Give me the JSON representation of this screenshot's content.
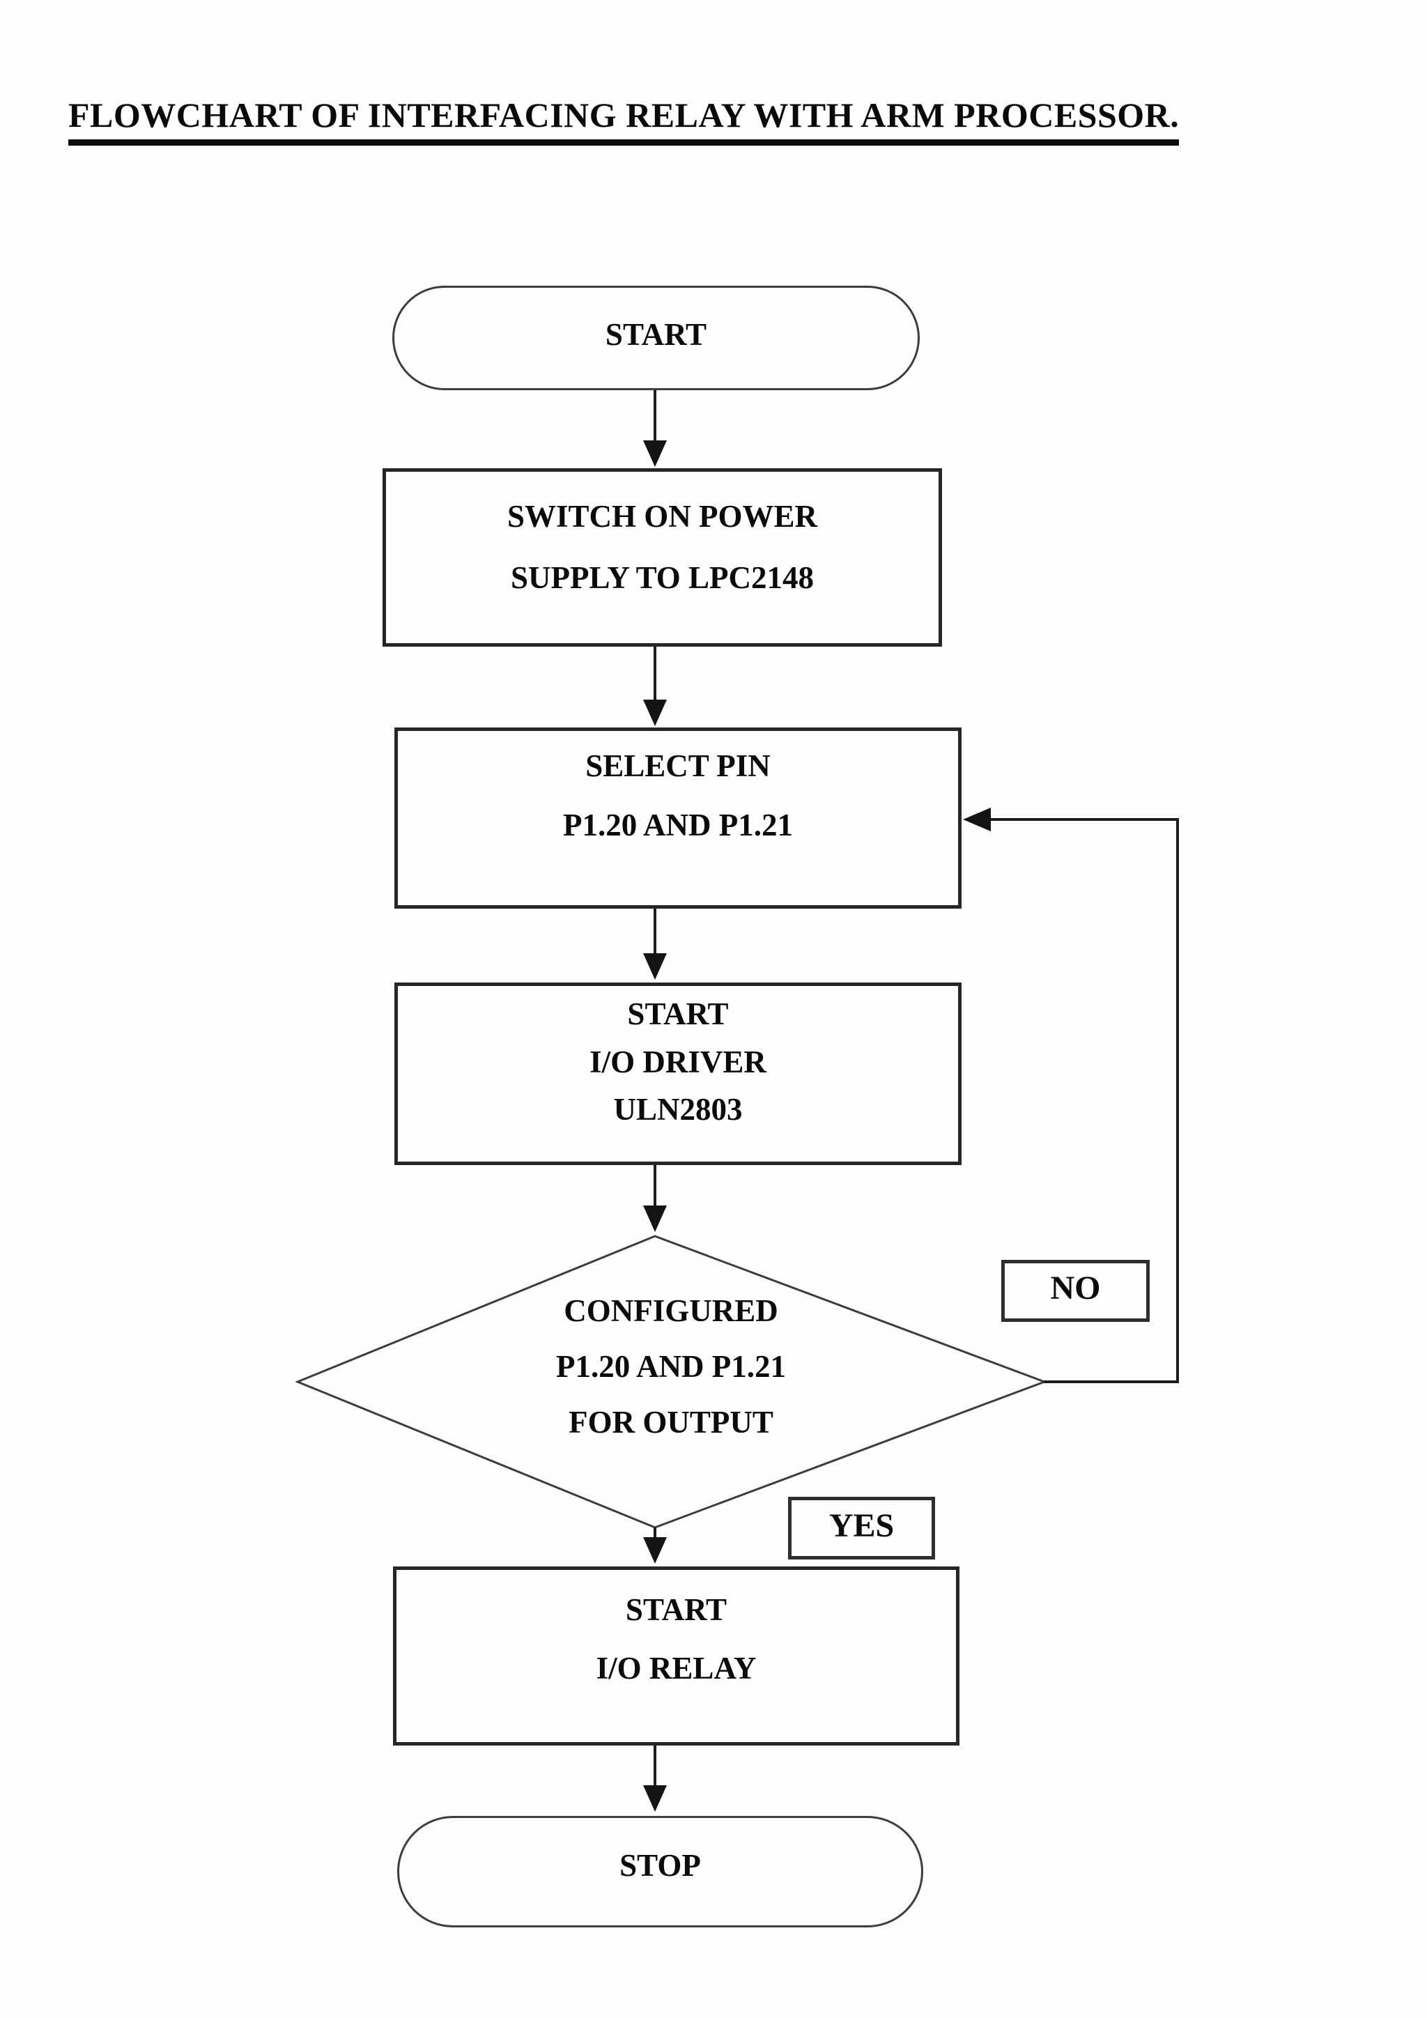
{
  "header": {
    "title": "FLOWCHART OF INTERFACING RELAY WITH ARM PROCESSOR."
  },
  "flowchart": {
    "nodes": {
      "start": {
        "type": "terminator",
        "label": "START"
      },
      "power": {
        "type": "process",
        "lines": [
          "SWITCH ON POWER",
          "SUPPLY TO LPC2148"
        ]
      },
      "select_pin": {
        "type": "process",
        "lines": [
          "SELECT PIN",
          "P1.20 AND P1.21"
        ]
      },
      "io_driver": {
        "type": "process",
        "lines": [
          "START",
          "I/O DRIVER",
          "ULN2803"
        ]
      },
      "decision": {
        "type": "decision",
        "lines": [
          "CONFIGURED",
          "P1.20 AND P1.21",
          "FOR OUTPUT"
        ]
      },
      "io_relay": {
        "type": "process",
        "lines": [
          "START",
          "I/O RELAY"
        ]
      },
      "stop": {
        "type": "terminator",
        "label": "STOP"
      }
    },
    "branch_labels": {
      "no": "NO",
      "yes": "YES"
    },
    "colors": {
      "ink": "#141414",
      "border": "#262626",
      "background": "#fefefe"
    }
  }
}
